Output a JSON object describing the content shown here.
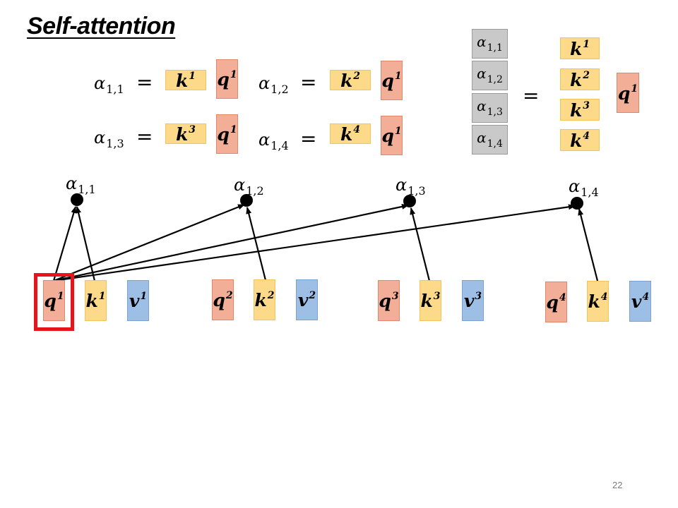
{
  "slide": {
    "title": "Self-attention",
    "page_number": "22"
  },
  "equations": [
    {
      "alpha_symbol": "α",
      "alpha_index": "1,1",
      "equals": "=",
      "key_symbol": "k",
      "key_index": "1",
      "query_symbol": "q",
      "query_index": "1"
    },
    {
      "alpha_symbol": "α",
      "alpha_index": "1,2",
      "equals": "=",
      "key_symbol": "k",
      "key_index": "2",
      "query_symbol": "q",
      "query_index": "1"
    },
    {
      "alpha_symbol": "α",
      "alpha_index": "1,3",
      "equals": "=",
      "key_symbol": "k",
      "key_index": "3",
      "query_symbol": "q",
      "query_index": "1"
    },
    {
      "alpha_symbol": "α",
      "alpha_index": "1,4",
      "equals": "=",
      "key_symbol": "k",
      "key_index": "4",
      "query_symbol": "q",
      "query_index": "1"
    }
  ],
  "matrix_form": {
    "alphas": [
      {
        "symbol": "α",
        "index": "1,1"
      },
      {
        "symbol": "α",
        "index": "1,2"
      },
      {
        "symbol": "α",
        "index": "1,3"
      },
      {
        "symbol": "α",
        "index": "1,4"
      }
    ],
    "equals": "=",
    "keys": [
      {
        "symbol": "k",
        "index": "1"
      },
      {
        "symbol": "k",
        "index": "2"
      },
      {
        "symbol": "k",
        "index": "3"
      },
      {
        "symbol": "k",
        "index": "4"
      }
    ],
    "query": {
      "symbol": "q",
      "index": "1"
    }
  },
  "scores": [
    {
      "symbol": "α",
      "index": "1,1"
    },
    {
      "symbol": "α",
      "index": "1,2"
    },
    {
      "symbol": "α",
      "index": "1,3"
    },
    {
      "symbol": "α",
      "index": "1,4"
    }
  ],
  "tokens": [
    {
      "q": {
        "symbol": "q",
        "index": "1"
      },
      "k": {
        "symbol": "k",
        "index": "1"
      },
      "v": {
        "symbol": "v",
        "index": "1"
      }
    },
    {
      "q": {
        "symbol": "q",
        "index": "2"
      },
      "k": {
        "symbol": "k",
        "index": "2"
      },
      "v": {
        "symbol": "v",
        "index": "2"
      }
    },
    {
      "q": {
        "symbol": "q",
        "index": "3"
      },
      "k": {
        "symbol": "k",
        "index": "3"
      },
      "v": {
        "symbol": "v",
        "index": "3"
      }
    },
    {
      "q": {
        "symbol": "q",
        "index": "4"
      },
      "k": {
        "symbol": "k",
        "index": "4"
      },
      "v": {
        "symbol": "v",
        "index": "4"
      }
    }
  ],
  "colors": {
    "query": "#f2ae96",
    "key": "#fdd98a",
    "value": "#9dbfe6",
    "alpha_cell": "#c9c9c9",
    "highlight": "#e8141b"
  }
}
